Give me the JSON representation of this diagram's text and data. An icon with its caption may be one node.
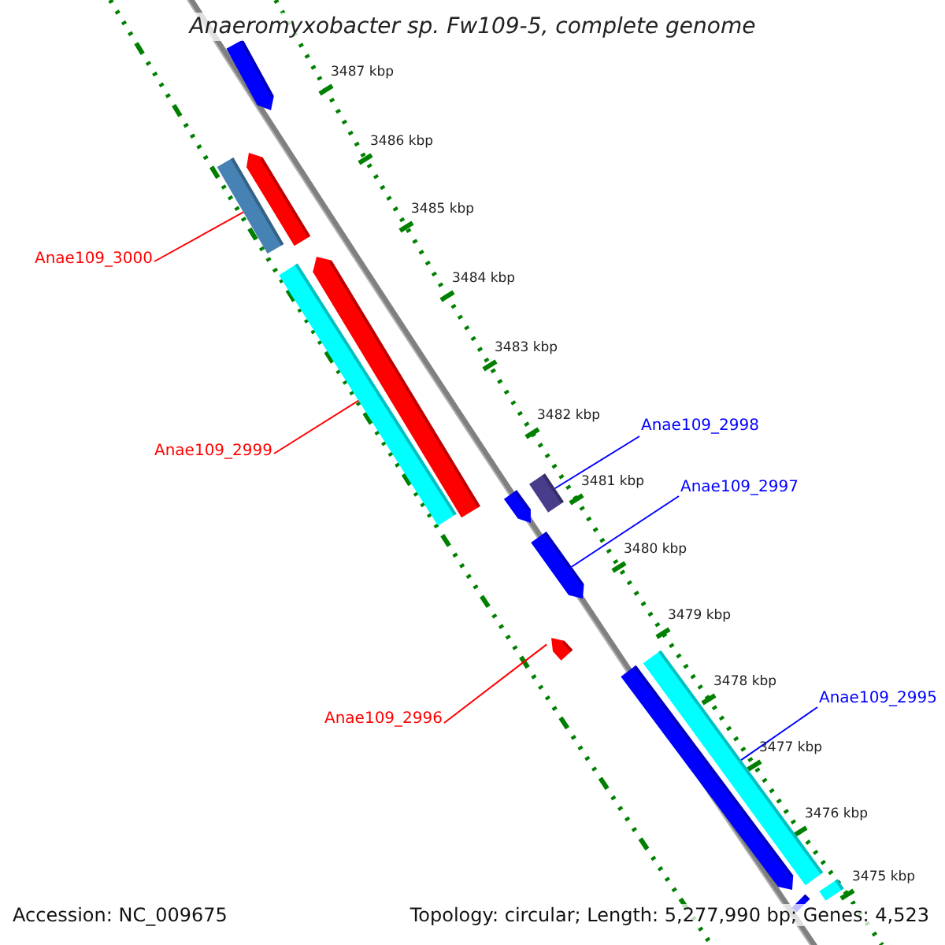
{
  "diagram": {
    "title": "Anaeromyxobacter sp. Fw109-5, complete genome",
    "nodes": [
      {
        "text": [
          "Anae109_3000"
        ]
      },
      {
        "text": [],
        "shape": "bar"
      },
      {
        "text": [
          "Anae109_2999"
        ]
      },
      {
        "text": [],
        "shape": "bar"
      },
      {
        "text": [
          "Anae109_2998"
        ]
      },
      {
        "text": [],
        "shape": "bar"
      },
      {
        "text": [
          "Anae109_2997"
        ]
      },
      {
        "text": [],
        "shape": "arrow"
      },
      {
        "text": [
          "Anae109_2996"
        ]
      },
      {
        "text": [],
        "shape": "arrow"
      },
      {
        "text": [
          "Anae109_2995"
        ]
      },
      {
        "text": [],
        "shape": "bar"
      },
      {
        "text": [],
        "shape": "arrow"
      },
      {
        "text": [],
        "shape": "arrow"
      },
      {
        "text": [],
        "shape": "arrow"
      },
      {
        "text": [],
        "shape": "arrow"
      },
      {
        "text": [],
        "shape": "arrow"
      },
      {
        "text": [],
        "shape": "bar"
      },
      {
        "text": [],
        "shape": "bar"
      }
    ],
    "edges": [
      {
        "from": 0,
        "to": 1,
        "arrow": "none",
        "color": "#ff0000"
      },
      {
        "from": 2,
        "to": 3,
        "arrow": "none",
        "color": "#ff0000"
      },
      {
        "from": 4,
        "to": 5,
        "arrow": "none",
        "color": "#0000ff"
      },
      {
        "from": 6,
        "to": 7,
        "arrow": "none",
        "color": "#0000ff"
      },
      {
        "from": 8,
        "to": 9,
        "arrow": "none",
        "color": "#ff0000"
      },
      {
        "from": 10,
        "to": 11,
        "arrow": "none",
        "color": "#0000ff"
      }
    ],
    "labels": [
      "3487 kbp",
      "3486 kbp",
      "3485 kbp",
      "3484 kbp",
      "3483 kbp",
      "3482 kbp",
      "3481 kbp",
      "3480 kbp",
      "3479 kbp",
      "3478 kbp",
      "3477 kbp",
      "3476 kbp",
      "3475 kbp",
      "Accession: NC_009675",
      "Topology: circular; Length: 5,277,990 bp; Genes: 4,523"
    ]
  }
}
